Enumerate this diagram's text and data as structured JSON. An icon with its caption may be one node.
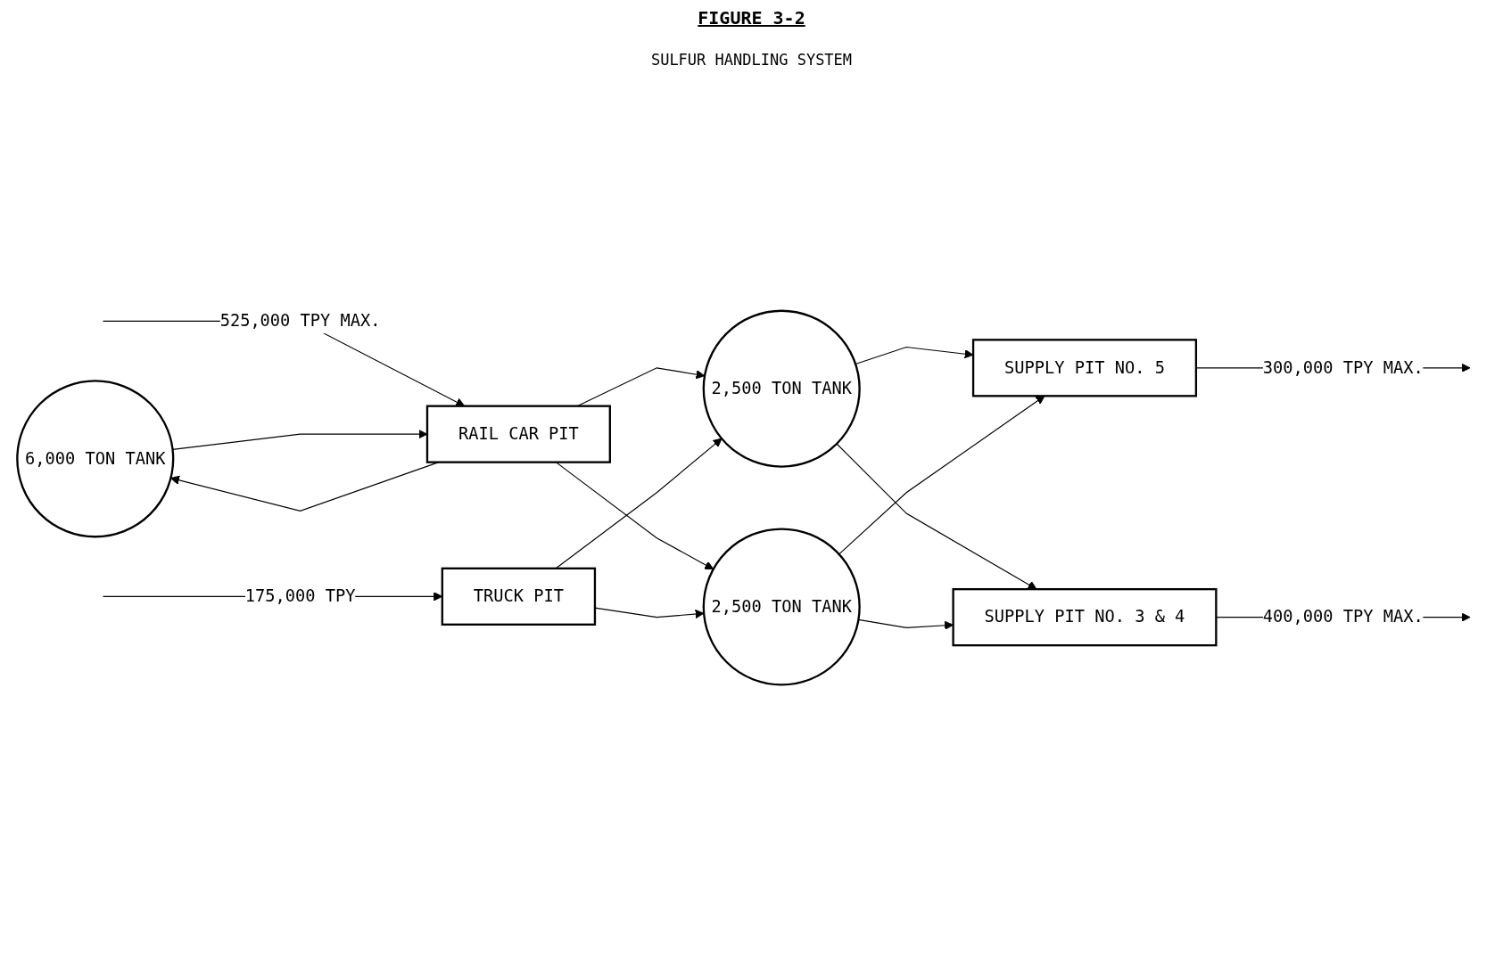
{
  "diagram": {
    "title": "FIGURE 3-2",
    "nodes": [
      {
        "text": [
          "6,000 TON TANK"
        ]
      },
      {
        "text": [
          "RAIL CAR PIT"
        ]
      },
      {
        "text": [
          "TRUCK PIT"
        ]
      },
      {
        "text": [
          "2,500 TON TANK"
        ]
      },
      {
        "text": [
          "2,500 TON TANK"
        ]
      },
      {
        "text": [
          "SUPPLY PIT NO. 5"
        ]
      },
      {
        "text": [
          "SUPPLY PIT NO. 3 & 4"
        ]
      }
    ],
    "edges": [
      {
        "from": null,
        "to": 1,
        "arrow": "to",
        "label": "525,000 TPY MAX."
      },
      {
        "from": null,
        "to": 2,
        "arrow": "to",
        "label": "175,000 TPY"
      },
      {
        "from": 1,
        "to": 0,
        "arrow": "to"
      },
      {
        "from": 0,
        "to": 1,
        "arrow": "to"
      },
      {
        "from": 1,
        "to": 3,
        "arrow": "to"
      },
      {
        "from": 1,
        "to": 4,
        "arrow": "to"
      },
      {
        "from": 2,
        "to": 3,
        "arrow": "to"
      },
      {
        "from": 2,
        "to": 4,
        "arrow": "to"
      },
      {
        "from": 3,
        "to": 5,
        "arrow": "to"
      },
      {
        "from": 3,
        "to": 6,
        "arrow": "to"
      },
      {
        "from": 4,
        "to": 5,
        "arrow": "to"
      },
      {
        "from": 4,
        "to": 6,
        "arrow": "to"
      },
      {
        "from": 5,
        "to": null,
        "arrow": "to",
        "label": "300,000 TPY MAX."
      },
      {
        "from": 6,
        "to": null,
        "arrow": "to",
        "label": "400,000 TPY MAX."
      }
    ],
    "labels": [
      "SULFUR HANDLING SYSTEM"
    ]
  }
}
